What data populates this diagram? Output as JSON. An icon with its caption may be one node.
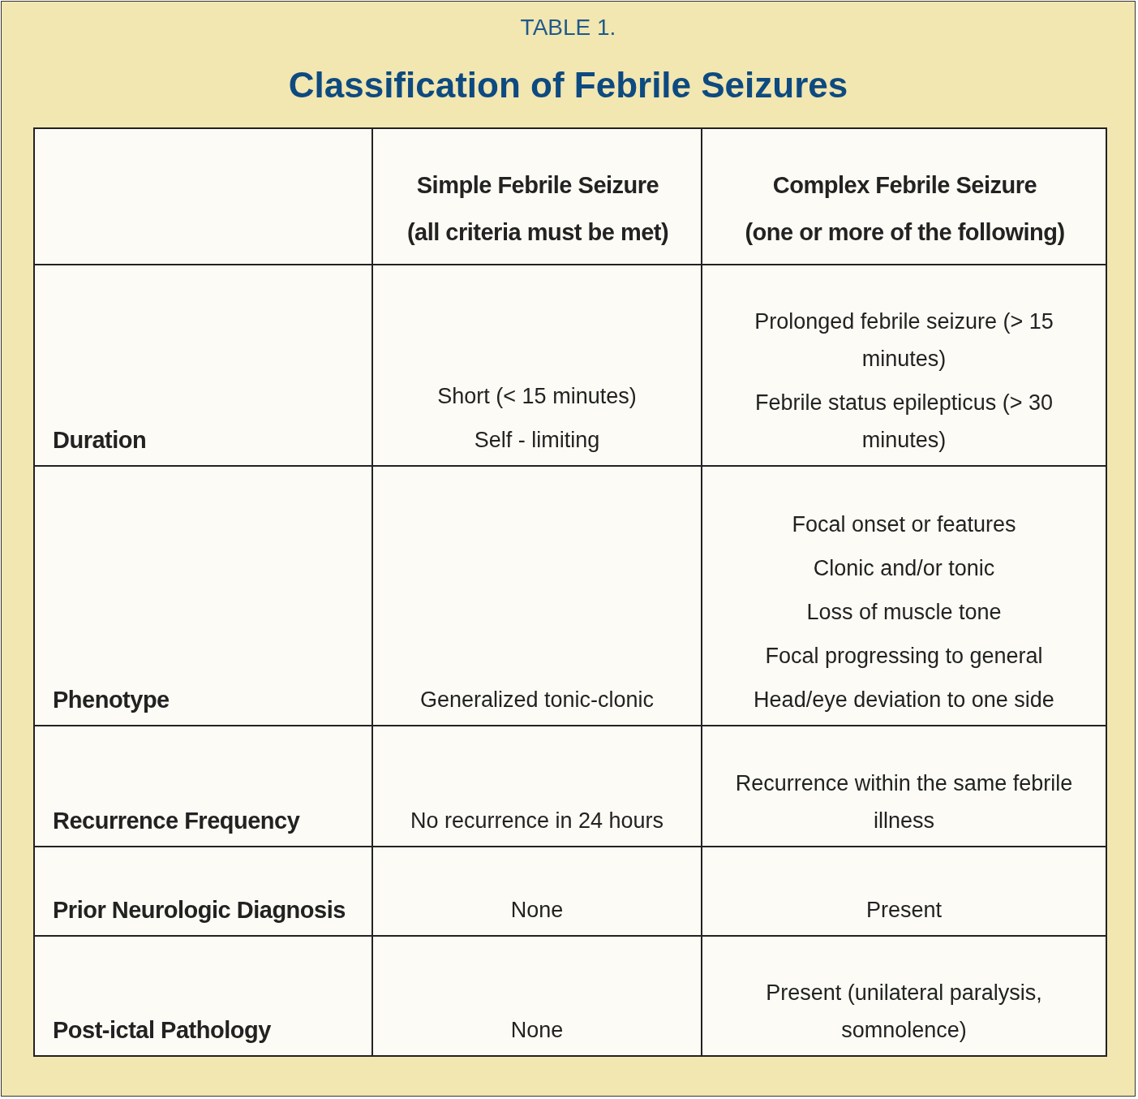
{
  "diagram": {
    "title": "Classification of Febrile Seizures",
    "labels": [
      "TABLE 1."
    ],
    "nodes": [
      {
        "text": [],
        "shape": "box"
      },
      {
        "text": [
          "Simple Febrile Seizure",
          "(all criteria must be met)"
        ]
      },
      {
        "text": [
          "Complex Febrile Seizure",
          "(one or more of the following)"
        ]
      },
      {
        "text": [
          "Duration"
        ]
      },
      {
        "text": [
          "Short (< 15 minutes)",
          "Self - limiting"
        ]
      },
      {
        "text": [
          "Prolonged febrile seizure (> 15 minutes)",
          "Febrile status epilepticus (> 30 minutes)"
        ]
      },
      {
        "text": [
          "Phenotype"
        ]
      },
      {
        "text": [
          "Generalized tonic-clonic"
        ]
      },
      {
        "text": [
          "Focal onset or features",
          "Clonic and/or tonic",
          "Loss of muscle tone",
          "Focal progressing to general",
          "Head/eye deviation to one side"
        ]
      },
      {
        "text": [
          "Recurrence Frequency"
        ]
      },
      {
        "text": [
          "No recurrence in 24 hours"
        ]
      },
      {
        "text": [
          "Recurrence within the same febrile illness"
        ]
      },
      {
        "text": [
          "Prior Neurologic Diagnosis"
        ]
      },
      {
        "text": [
          "None"
        ]
      },
      {
        "text": [
          "Present"
        ]
      },
      {
        "text": [
          "Post-ictal Pathology"
        ]
      },
      {
        "text": [
          "None"
        ]
      },
      {
        "text": [
          "Present (unilateral paralysis, somnolence)"
        ]
      }
    ]
  }
}
